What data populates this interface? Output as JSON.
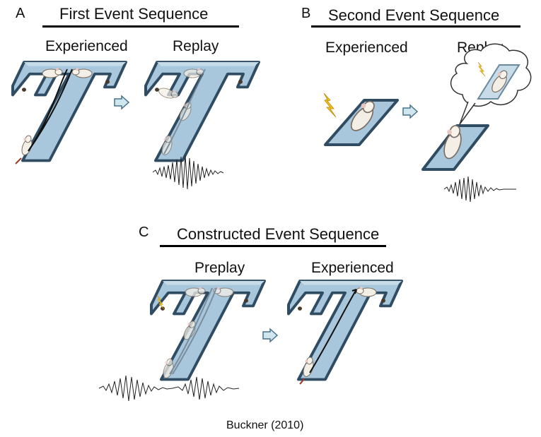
{
  "panelA": {
    "letter": "A",
    "title": "First Event Sequence",
    "left_label": "Experienced",
    "right_label": "Replay"
  },
  "panelB": {
    "letter": "B",
    "title": "Second Event Sequence",
    "left_label": "Experienced",
    "right_label": "Replay"
  },
  "panelC": {
    "letter": "C",
    "title": "Constructed Event Sequence",
    "left_label": "Preplay",
    "right_label": "Experienced"
  },
  "credit": "Buckner (2010)",
  "colors": {
    "maze_fill": "#a9c7dc",
    "maze_stroke": "#2f4c63",
    "arrow_fill": "#cfe6ee",
    "shock": "#f2c21b",
    "wave": "#222222"
  },
  "icons": [
    "t-maze",
    "rat",
    "lightning-bolt",
    "arrow-right",
    "thought-bubble",
    "neural-waveform"
  ]
}
